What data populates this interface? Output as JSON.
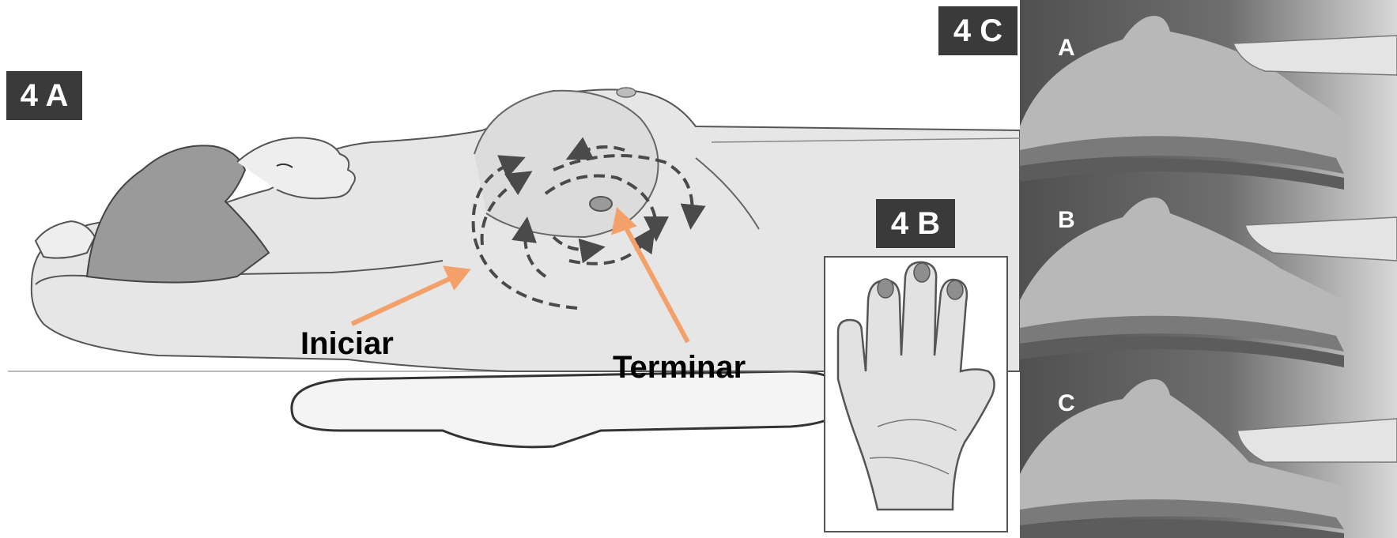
{
  "panels": {
    "a": {
      "label": "4 A"
    },
    "b": {
      "label": "4 B"
    },
    "c": {
      "label": "4 C"
    }
  },
  "captions": {
    "start": "Iniciar",
    "end": "Terminar"
  },
  "sub_views": [
    "A",
    "B",
    "C"
  ],
  "colors": {
    "label_bg": "#3a3a3a",
    "arrow_orange": "#f4a06a",
    "line_art": "#4a4a4a",
    "skin_fill": "#e6e6e6"
  }
}
